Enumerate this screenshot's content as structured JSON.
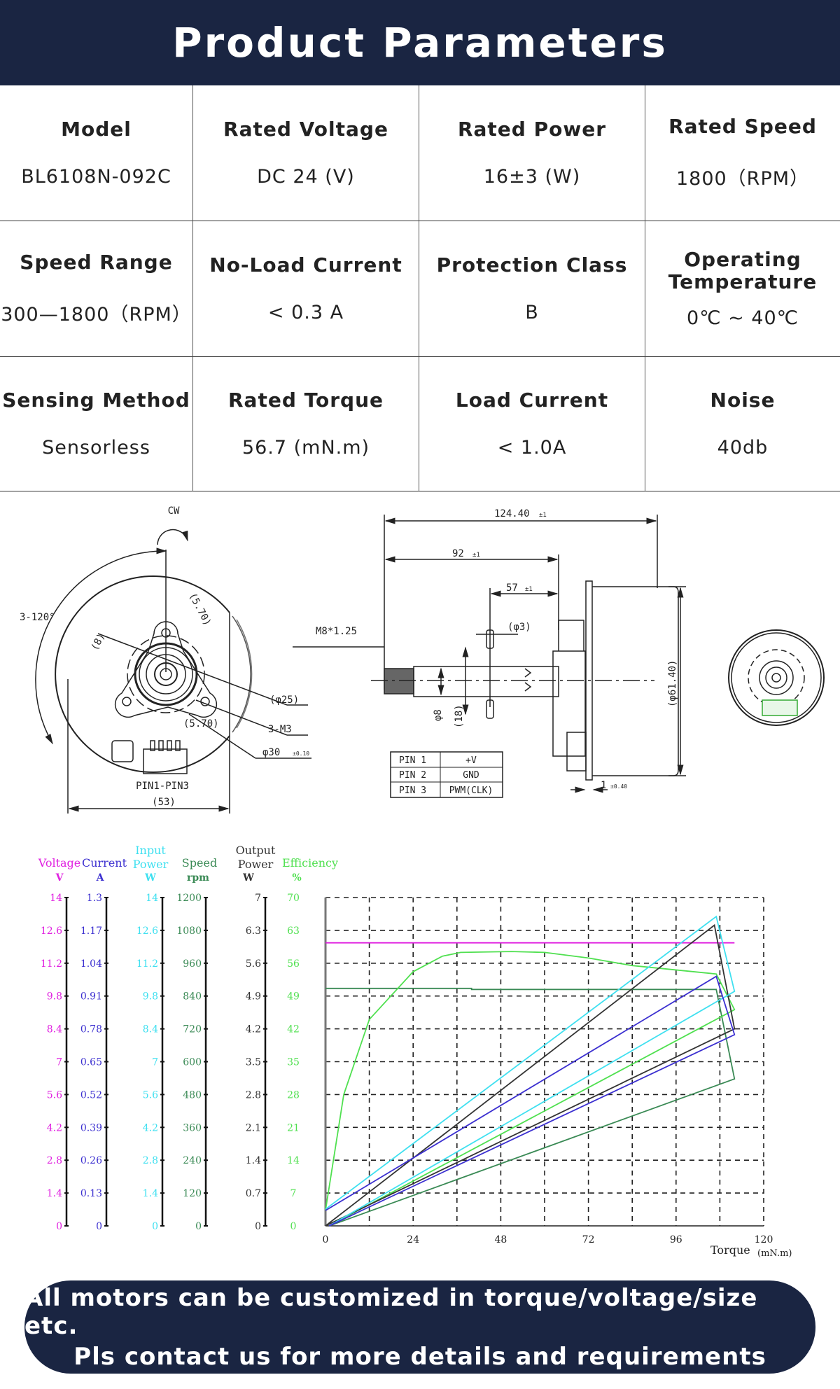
{
  "header": {
    "title": "Product Parameters"
  },
  "params": [
    {
      "label": "Model",
      "value": "BL6108N-092C"
    },
    {
      "label": "Rated Voltage",
      "value": "DC 24 (V)"
    },
    {
      "label": "Rated Power",
      "value": "16±3 (W)"
    },
    {
      "label": "Rated Speed",
      "value": "1800（RPM）"
    },
    {
      "label": "Speed Range",
      "value": "300—1800（RPM）"
    },
    {
      "label": "No-Load Current",
      "value": "< 0.3 A"
    },
    {
      "label": "Protection Class",
      "value": "B"
    },
    {
      "label": "Operating Temperature",
      "value": "0℃ ~ 40℃"
    },
    {
      "label": "Sensing Method",
      "value": "Sensorless"
    },
    {
      "label": "Rated Torque",
      "value": "56.7 (mN.m)"
    },
    {
      "label": "Load Current",
      "value": "< 1.0A"
    },
    {
      "label": "Noise",
      "value": "40db"
    }
  ],
  "drawings": {
    "front": {
      "rotation": "CW",
      "angle": "3-120°",
      "d8": "(8)",
      "d570a": "(5.70)",
      "d570b": "(5.70)",
      "d25": "(φ25)",
      "m3": "3-M3",
      "d30": "φ30",
      "d30_tol": "±0.10",
      "pins": "PIN1-PIN3",
      "d53": "(53)"
    },
    "side": {
      "thread": "M8*1.25",
      "len_total": "124.40",
      "len_total_tol": "±1",
      "len_92": "92",
      "len_92_tol": "±1",
      "len_57": "57",
      "len_57_tol": "±1",
      "d3": "(φ3)",
      "d8": "φ8",
      "d18": "(18)",
      "d61": "(φ61.40)",
      "plate": "1",
      "plate_tol": "±0.40"
    },
    "pin_table": [
      [
        "PIN 1",
        "+V"
      ],
      [
        "PIN 2",
        "GND"
      ],
      [
        "PIN 3",
        "PWM(CLK)"
      ]
    ]
  },
  "chart_data": {
    "type": "line",
    "title": "",
    "xlabel": "Torque",
    "xunit": "(mN.m)",
    "xlim": [
      0,
      120
    ],
    "xticks": [
      "0",
      "24",
      "48",
      "72",
      "96",
      "120"
    ],
    "grid": true,
    "axes": [
      {
        "label_lines": [
          "Voltage"
        ],
        "unit": "V",
        "max": 14,
        "color": "#e020e0",
        "ticks": [
          "14",
          "12.6",
          "11.2",
          "9.8",
          "8.4",
          "7",
          "5.6",
          "4.2",
          "2.8",
          "1.4",
          "0"
        ]
      },
      {
        "label_lines": [
          "Current"
        ],
        "unit": "A",
        "max": 1.3,
        "color": "#3b2fd0",
        "ticks": [
          "1.3",
          "1.17",
          "1.04",
          "0.91",
          "0.78",
          "0.65",
          "0.52",
          "0.39",
          "0.26",
          "0.13",
          "0"
        ]
      },
      {
        "label_lines": [
          "Input",
          "Power"
        ],
        "unit": "W",
        "max": 14,
        "color": "#3fe0f0",
        "ticks": [
          "14",
          "12.6",
          "11.2",
          "9.8",
          "8.4",
          "7",
          "5.6",
          "4.2",
          "2.8",
          "1.4",
          "0"
        ]
      },
      {
        "label_lines": [
          "Speed"
        ],
        "unit": "rpm",
        "max": 1200,
        "color": "#3a8a55",
        "ticks": [
          "1200",
          "1080",
          "960",
          "840",
          "720",
          "600",
          "480",
          "360",
          "240",
          "120",
          "0"
        ]
      },
      {
        "label_lines": [
          "Output",
          "Power"
        ],
        "unit": "W",
        "max": 7,
        "color": "#333333",
        "ticks": [
          "7",
          "6.3",
          "5.6",
          "4.9",
          "4.2",
          "3.5",
          "2.8",
          "2.1",
          "1.4",
          "0.7",
          "0"
        ]
      },
      {
        "label_lines": [
          "Efficiency"
        ],
        "unit": "%",
        "max": 70,
        "color": "#50e050",
        "ticks": [
          "70",
          "63",
          "56",
          "49",
          "42",
          "35",
          "28",
          "21",
          "14",
          "7",
          "0"
        ]
      }
    ],
    "series": [
      {
        "name": "Voltage",
        "axis": 0,
        "color": "#e020e0",
        "points": [
          [
            0,
            12.07
          ],
          [
            112,
            12.07
          ]
        ]
      },
      {
        "name": "Speed",
        "axis": 3,
        "color": "#3a8a55",
        "points": [
          [
            0,
            868
          ],
          [
            40,
            868
          ],
          [
            40,
            864
          ],
          [
            107,
            864
          ],
          [
            112,
            537
          ],
          [
            1,
            0
          ]
        ]
      },
      {
        "name": "Efficiency",
        "axis": 5,
        "color": "#50e050",
        "points": [
          [
            0,
            3.3
          ],
          [
            5,
            28
          ],
          [
            12,
            44
          ],
          [
            24,
            54.2
          ],
          [
            32,
            57.5
          ],
          [
            37,
            58.3
          ],
          [
            51,
            58.5
          ],
          [
            60,
            58.3
          ],
          [
            72,
            57.1
          ],
          [
            84,
            55.5
          ],
          [
            107,
            53.7
          ],
          [
            112,
            46.1
          ],
          [
            1,
            0
          ]
        ]
      },
      {
        "name": "Output Power",
        "axis": 4,
        "color": "#333333",
        "points": [
          [
            0,
            0
          ],
          [
            106.5,
            6.41
          ],
          [
            112,
            4.2
          ],
          [
            0,
            0
          ]
        ]
      },
      {
        "name": "Input Power",
        "axis": 2,
        "color": "#3fe0f0",
        "points": [
          [
            0,
            0.71
          ],
          [
            107,
            13.19
          ],
          [
            112,
            10.0
          ],
          [
            1,
            0
          ]
        ]
      },
      {
        "name": "Current",
        "axis": 1,
        "color": "#3b2fd0",
        "points": [
          [
            0,
            0.061
          ],
          [
            107,
            0.988
          ],
          [
            112,
            0.757
          ],
          [
            1,
            0
          ]
        ]
      }
    ]
  },
  "banner": {
    "line1": "All motors can be customized in torque/voltage/size etc.",
    "line2": "Pls contact us for more details and requirements"
  }
}
